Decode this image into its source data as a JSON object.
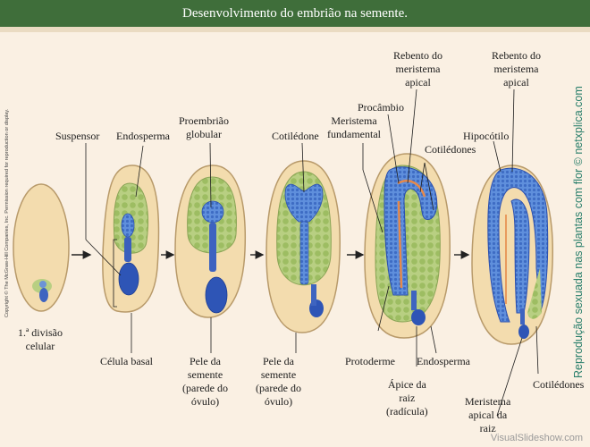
{
  "title": "Desenvolvimento do embrião na semente.",
  "labels": {
    "suspensor": "Suspensor",
    "endosperma_top": "Endosperma",
    "proembriao": "Proembrião\nglobular",
    "cotiledone": "Cotilédone",
    "procambio": "Procâmbio",
    "meristema_fundamental": "Meristema\nfundamental",
    "rebento1": "Rebento do\nmeristema\napical",
    "cotiledones_mid": "Cotilédones",
    "rebento2": "Rebento do\nmeristema\napical",
    "hipocotilo": "Hipocótilo",
    "primeira_divisao": "1.ª divisão\ncelular",
    "celula_basal": "Célula basal",
    "pele1": "Pele da\nsemente\n(parede do\nóvulo)",
    "pele2": "Pele da\nsemente\n(parede do\nóvulo)",
    "protoderme": "Protoderme",
    "endosperma_bottom": "Endosperma",
    "apice_raiz": "Ápice da\nraiz\n(radícula)",
    "meristema_apical_raiz": "Meristema\napical da\nraiz",
    "cotiledones_bottom": "Cotilédones"
  },
  "copyright": "Copyright © The McGraw-Hill Companies, Inc. Permission required for reproduction or display.",
  "credit": "Reprodução sexuada nas plantas com flor © netxplica.com",
  "watermark": "VisualSlideshow.com",
  "colors": {
    "title_bg": "#3f6e3a",
    "seed": "#f3dcae",
    "seed_edge": "#b89a6a",
    "endosperm": "#b8cf82",
    "embryo": "#4f7fd0",
    "embryo_dark": "#2b4fae",
    "procambium": "#e6894a"
  }
}
